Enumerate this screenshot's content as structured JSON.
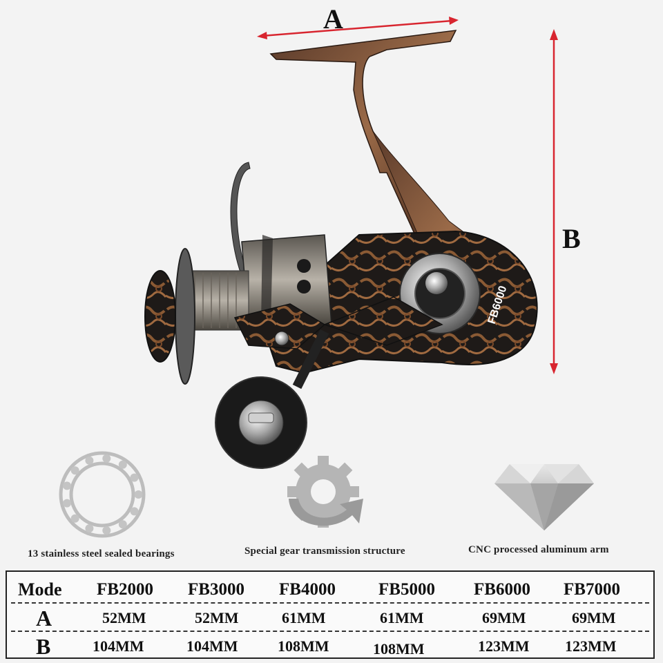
{
  "dimensions": {
    "a_label": "A",
    "b_label": "B"
  },
  "reel": {
    "model_marking": "FB6000",
    "colors": {
      "bronze": "#7a4a2a",
      "dark": "#1c1a1a",
      "steel": "#8a8a8a",
      "arrow": "#d8252f"
    }
  },
  "features": [
    {
      "icon": "bearing-ring-icon",
      "caption": "13 stainless steel sealed bearings"
    },
    {
      "icon": "gear-transmission-icon",
      "caption": "Special gear transmission structure"
    },
    {
      "icon": "diamond-icon",
      "caption": "CNC processed aluminum arm"
    }
  ],
  "spec_table": {
    "header": [
      "Mode",
      "FB2000",
      "FB3000",
      "FB4000",
      "FB5000",
      "FB6000",
      "FB7000"
    ],
    "rows": [
      [
        "A",
        "52MM",
        "52MM",
        "61MM",
        "61MM",
        "69MM",
        "69MM"
      ],
      [
        "B",
        "104MM",
        "104MM",
        "108MM",
        "108MM",
        "123MM",
        "123MM"
      ]
    ]
  }
}
